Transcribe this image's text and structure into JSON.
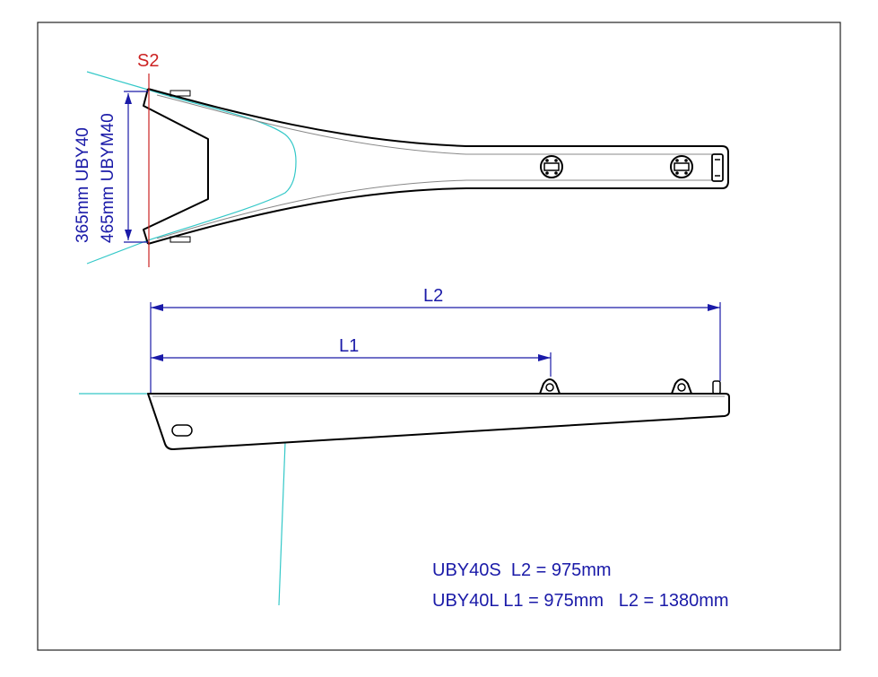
{
  "section_label": "S2",
  "width_labels": [
    "365mm UBY40",
    "465mm UBYM40"
  ],
  "dimension_labels": {
    "l2": "L2",
    "l1": "L1"
  },
  "specs": [
    "UBY40S  L2 = 975mm",
    "UBY40L L1 = 975mm   L2 = 1380mm"
  ],
  "colors": {
    "dimension": "#1a1aa8",
    "section": "#cc2222",
    "centerline": "#34c8c8",
    "outline": "#000000"
  }
}
